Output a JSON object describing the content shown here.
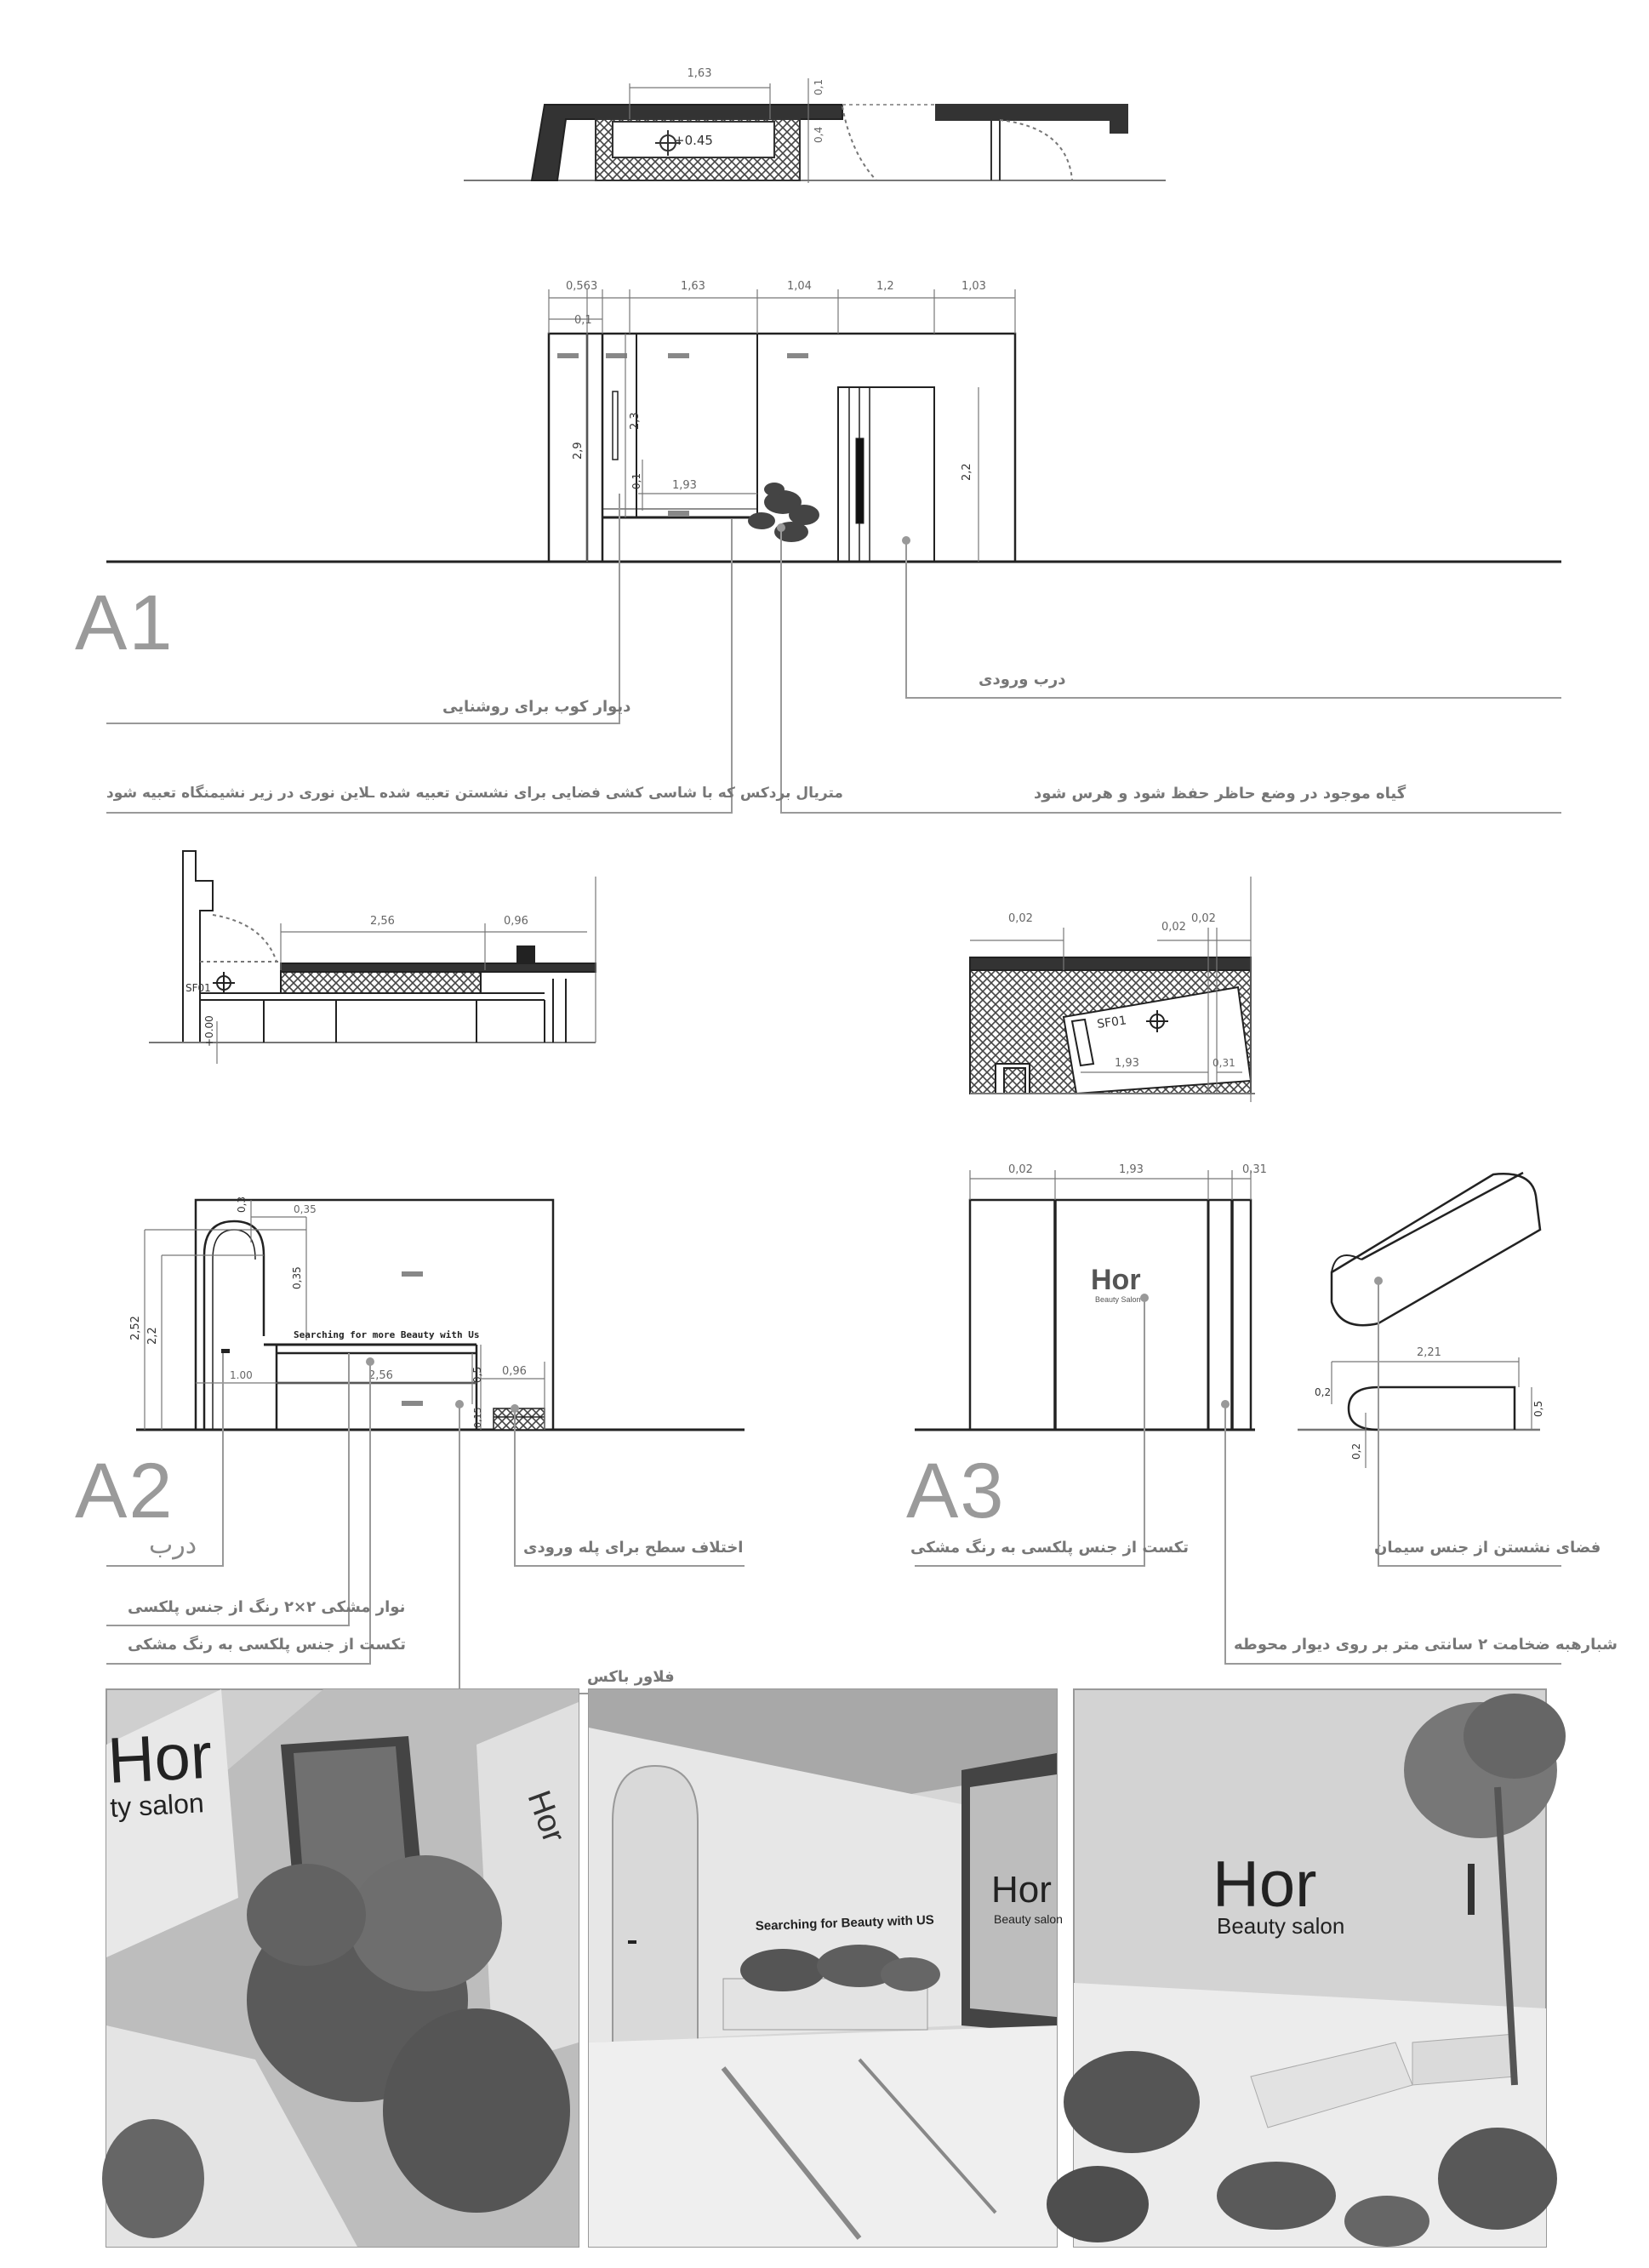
{
  "sections": {
    "a1": "A1",
    "a2": "A2",
    "a3": "A3"
  },
  "plan_dims": {
    "top_width": "1,63",
    "level": "+0.45",
    "side_small": "0,1",
    "side_small2": "0,4"
  },
  "a1_dims": {
    "d1": "0,1",
    "d2": "0,563",
    "d3": "1,63",
    "d4": "1,04",
    "d5": "1,2",
    "d6": "1,03",
    "d7": "0,1",
    "h1": "2,9",
    "h2": "2,3",
    "h3": "0,1",
    "bench": "1,93",
    "door_h": "2,2"
  },
  "a1_notes": {
    "lighting_wall": "دیوار کوب برای روشنایی",
    "entrance_door": "درب ورودی",
    "material": "متریال بردکس که با شاسی کشی فضایی برای نشستن تعبیه شده ـلاین نوری در زیر نشیمنگاه تعبیه شود",
    "plant": "گیاه موجود در وضع حاظر حفظ شود و هرس شود"
  },
  "plan2_dims": {
    "w1": "2,56",
    "w2": "0,96",
    "tag": "SF01",
    "level": "+0.00"
  },
  "plan3_dims": {
    "d1": "0,02",
    "d2": "0,02",
    "d3": "0,02",
    "w": "1,93",
    "s": "0,31",
    "tag": "SF01"
  },
  "a2_dims": {
    "top": "0,3",
    "arch": "0,35",
    "arch_h": "0,35",
    "h_total": "2,52",
    "h_door": "2,2",
    "w_door": "1.00",
    "bench": "2,56",
    "step": "0,96",
    "h_bench": "0,5",
    "h_step": "0,15",
    "sign": "Searching for more Beauty with Us"
  },
  "a2_notes": {
    "door": "درب",
    "level_diff": "اختلاف سطح برای پله ورودی",
    "black_strip": "نوار مشکی ۲×۲ رنگ از جنس پلکسی",
    "black_text": "تکست از جنس پلکسی به رنگ مشکی",
    "flower_box": "فلاور باکس"
  },
  "a3_dims": {
    "d1": "0,02",
    "w": "1,93",
    "s": "0,31",
    "bench_w": "2,21",
    "r": "0,2",
    "h": "0,5",
    "r2": "0,2",
    "logo": "Hor",
    "logo_sub": "Beauty Salon"
  },
  "a3_notes": {
    "black_text": "تکست از جنس پلکسی به رنگ مشکی",
    "seating": "فضای نشستن از جنس سیمان",
    "trellis": "شبارهبه ضخامت ۲ سانتی متر بر روی دیوار محوطه"
  },
  "renders": {
    "r1_logo": "Hor",
    "r1_sub": "Beauty salon",
    "r1_logo2": "Hor",
    "r1_sub2": "ty salon",
    "r2_sign": "Searching for Beauty with US",
    "r2_logo": "Hor",
    "r2_sub": "Beauty salon",
    "r3_logo": "Hor",
    "r3_sub": "Beauty salon"
  }
}
